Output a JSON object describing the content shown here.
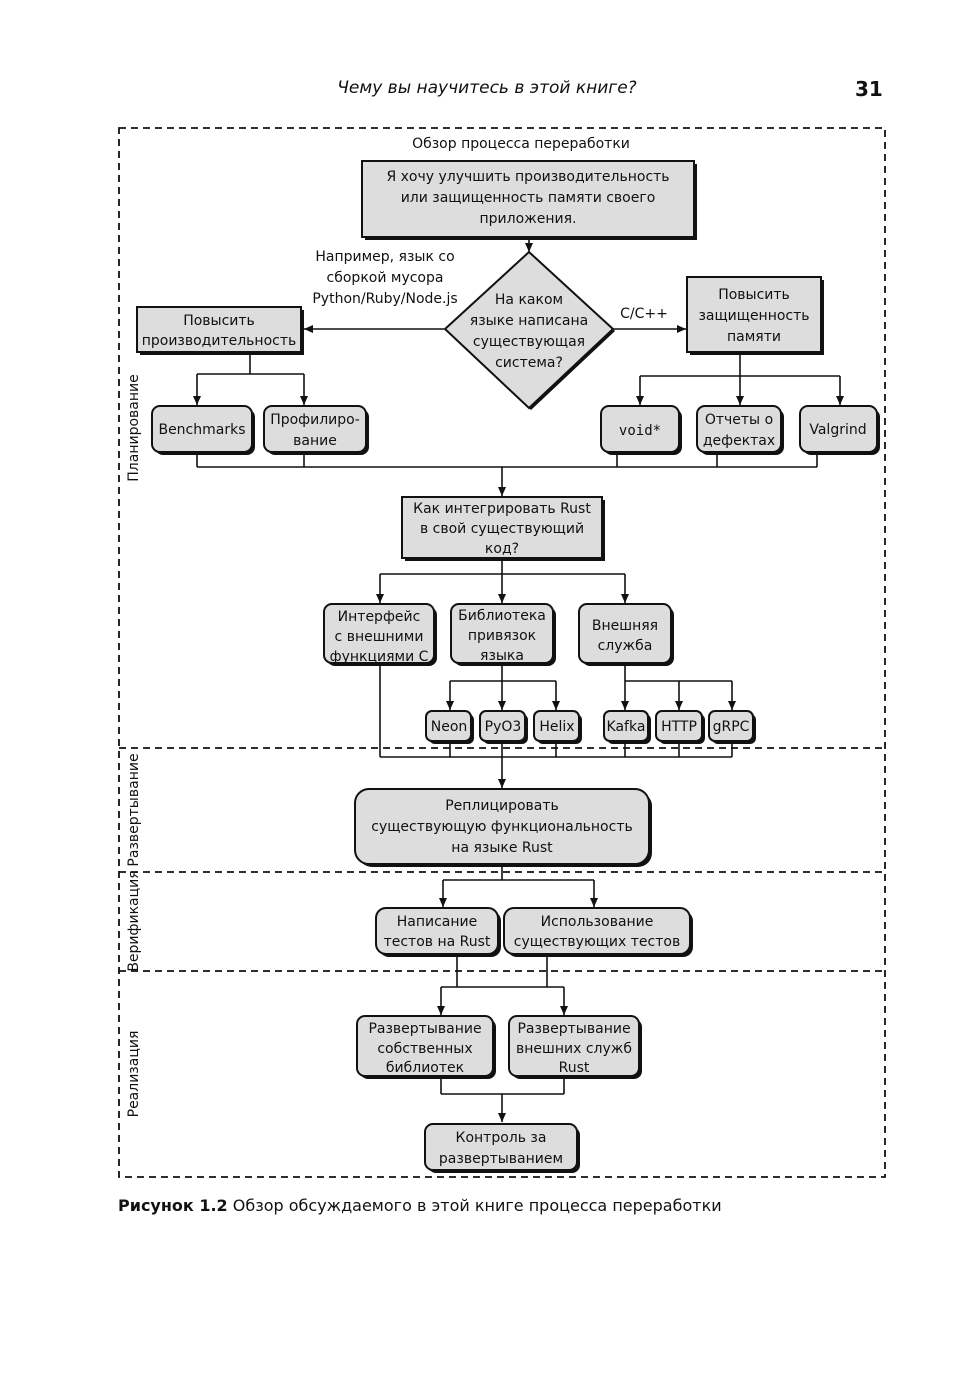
{
  "header": {
    "title": "Чему вы научитесь в этой книге?",
    "page_number": "31"
  },
  "diagram": {
    "title": "Обзор процесса переработки",
    "phases": {
      "planning": "Планирование",
      "deployment": "Развертывание",
      "verification": "Верификация",
      "implementation": "Реализация"
    },
    "start": [
      "Я хочу улучшить производительность",
      "или защищенность памяти своего",
      "приложения."
    ],
    "question": [
      "На каком",
      "языке написана",
      "существующая",
      "система?"
    ],
    "edge_gc": [
      "Например, язык со",
      "сборкой мусора",
      "Python/Ruby/Node.js"
    ],
    "edge_c": "C/C++",
    "perf": [
      "Повысить",
      "производительность"
    ],
    "mem": [
      "Повысить",
      "защищенность",
      "памяти"
    ],
    "benchmarks": "Benchmarks",
    "profiling": [
      "Профилиро-",
      "вание"
    ],
    "voidptr": "void*",
    "bugreports": [
      "Отчеты о",
      "дефектах"
    ],
    "valgrind": "Valgrind",
    "integrate": [
      "Как интегрировать Rust",
      "в свой существующий",
      "код?"
    ],
    "ffi": [
      "Интерфейс",
      "с внешними",
      "функциями С"
    ],
    "bindings": [
      "Библиотека",
      "привязок",
      "языка"
    ],
    "service": [
      "Внешняя",
      "служба"
    ],
    "neon": "Neon",
    "pyo3": "PyO3",
    "helix": "Helix",
    "kafka": "Kafka",
    "http": "HTTP",
    "grpc": "gRPC",
    "replicate": [
      "Реплицировать",
      "существующую функциональность",
      "на языке Rust"
    ],
    "write_tests": [
      "Написание",
      "тестов на Rust"
    ],
    "use_tests": [
      "Использование",
      "существующих тестов"
    ],
    "deploy_libs": [
      "Развертывание",
      "собственных",
      "библиотек"
    ],
    "deploy_services": [
      "Развертывание",
      "внешних служб",
      "Rust"
    ],
    "monitor": [
      "Контроль за",
      "развертыванием"
    ]
  },
  "caption": {
    "label": "Рисунок 1.2",
    "text": " Обзор обсуждаемого в этой книге процесса переработки"
  }
}
